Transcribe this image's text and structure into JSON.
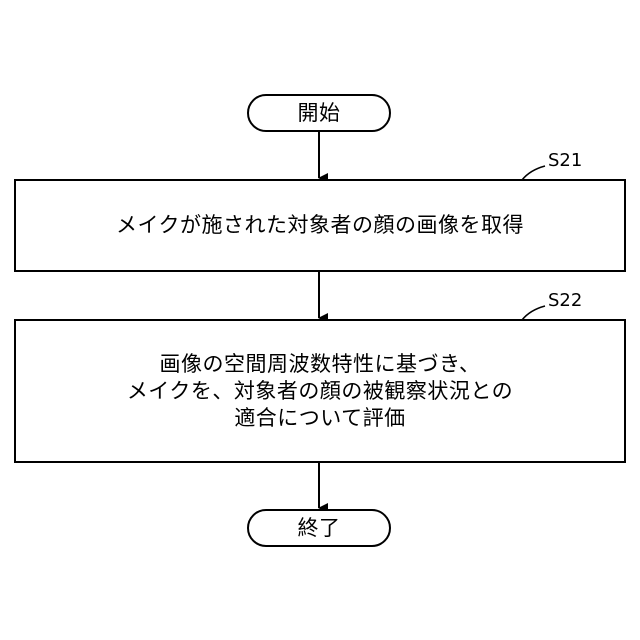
{
  "flowchart": {
    "start": {
      "label": "開始"
    },
    "steps": [
      {
        "id": "S21",
        "lines": [
          "メイクが施された対象者の顔の画像を取得"
        ]
      },
      {
        "id": "S22",
        "lines": [
          "画像の空間周波数特性に基づき、",
          "メイクを、対象者の顔の被観察状況との",
          "適合について評価"
        ]
      }
    ],
    "end": {
      "label": "終了"
    }
  },
  "colors": {
    "stroke": "#000000",
    "fill": "#ffffff"
  }
}
